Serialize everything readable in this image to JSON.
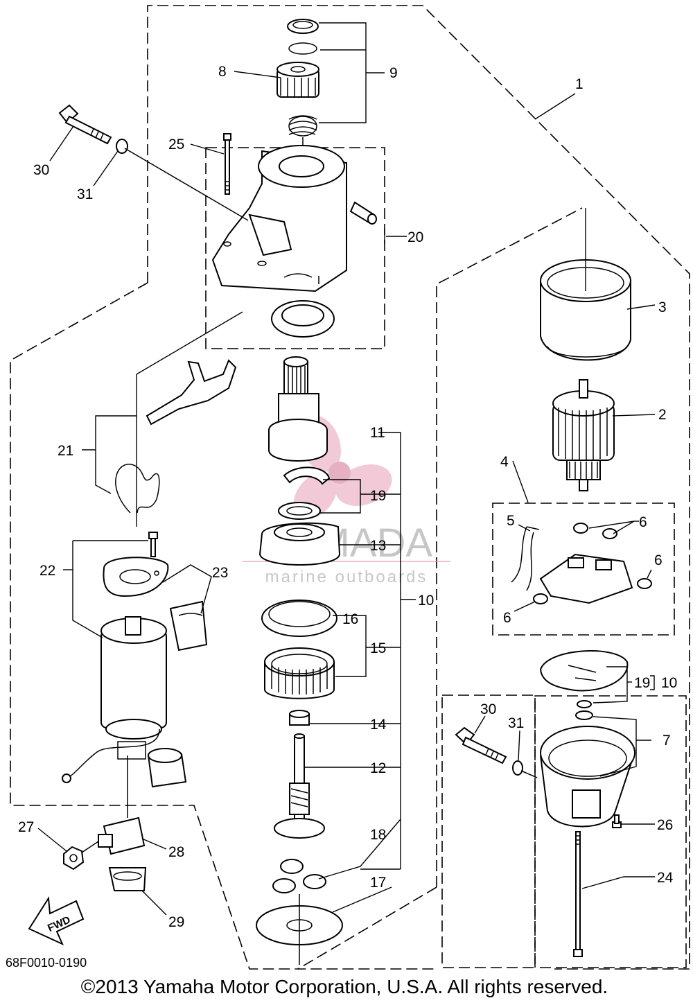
{
  "diagram": {
    "code": "68F0010-0190",
    "copyright": "©2013 Yamaha Motor Corporation, U.S.A. All rights reserved.",
    "fwd_label": "FWD",
    "watermark": {
      "name": "ARMADA",
      "tagline": "marine outboards"
    },
    "callouts": {
      "c1": "1",
      "c2": "2",
      "c3": "3",
      "c4": "4",
      "c5": "5",
      "c6a": "6",
      "c6b": "6",
      "c6c": "6",
      "c7": "7",
      "c8": "8",
      "c9": "9",
      "c10a": "10",
      "c10b": "10",
      "c11": "11",
      "c12": "12",
      "c13": "13",
      "c14": "14",
      "c15": "15",
      "c16": "16",
      "c17": "17",
      "c18": "18",
      "c19a": "19",
      "c19b": "19",
      "c20": "20",
      "c21": "21",
      "c22": "22",
      "c23": "23",
      "c24": "24",
      "c25": "25",
      "c26": "26",
      "c27": "27",
      "c28": "28",
      "c29": "29",
      "c30a": "30",
      "c30b": "30",
      "c31a": "31",
      "c31b": "31"
    }
  }
}
